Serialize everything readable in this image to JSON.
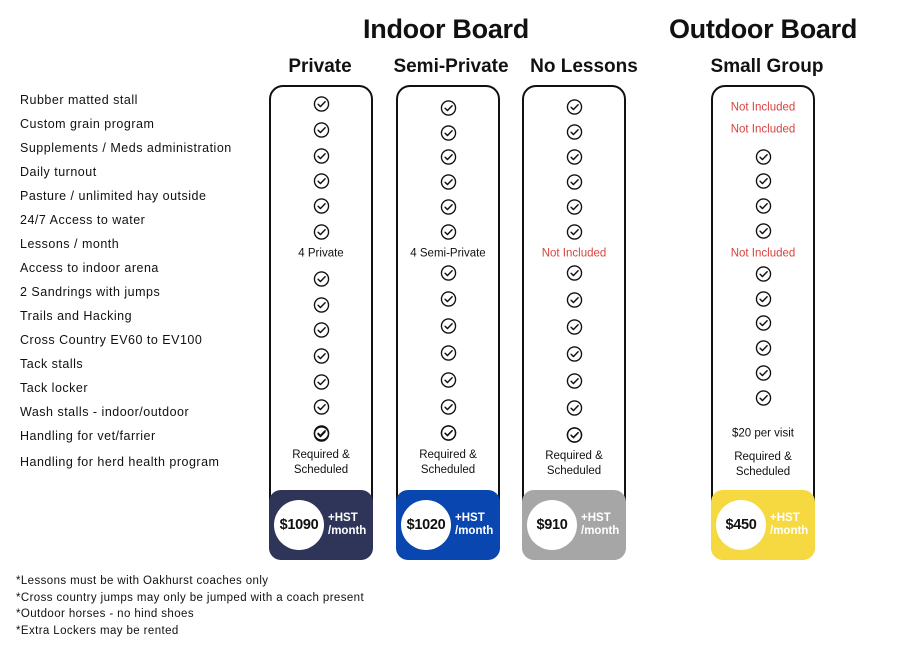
{
  "headers": {
    "indoor": "Indoor Board",
    "outdoor": "Outdoor Board"
  },
  "features": [
    "Rubber matted stall",
    "Custom grain program",
    "Supplements / Meds administration",
    "Daily turnout",
    "Pasture / unlimited hay outside",
    "24/7 Access to water",
    "Lessons / month",
    "Access to indoor arena",
    "2 Sandrings with jumps",
    "Trails and Hacking",
    "Cross Country EV60 to EV100",
    "Tack stalls",
    "Tack locker",
    "Wash stalls - indoor/outdoor",
    "Handling for vet/farrier",
    "Handling for herd health program"
  ],
  "plans": [
    {
      "name": "Private",
      "box_color": "#2e3558",
      "cells": [
        {
          "type": "check"
        },
        {
          "type": "check"
        },
        {
          "type": "check"
        },
        {
          "type": "check"
        },
        {
          "type": "check"
        },
        {
          "type": "check"
        },
        {
          "type": "text",
          "text": "4 Private"
        },
        {
          "type": "check"
        },
        {
          "type": "check"
        },
        {
          "type": "check"
        },
        {
          "type": "check"
        },
        {
          "type": "check"
        },
        {
          "type": "check"
        },
        {
          "type": "check"
        },
        {
          "type": "check"
        },
        {
          "type": "text",
          "text": "Required & Scheduled"
        }
      ],
      "price": "$1090",
      "suffix": "+HST /month"
    },
    {
      "name": "Semi-Private",
      "box_color": "#0a46b0",
      "cells": [
        {
          "type": "check"
        },
        {
          "type": "check"
        },
        {
          "type": "check"
        },
        {
          "type": "check"
        },
        {
          "type": "check"
        },
        {
          "type": "check"
        },
        {
          "type": "text",
          "text": "4 Semi-Private"
        },
        {
          "type": "check"
        },
        {
          "type": "check"
        },
        {
          "type": "check"
        },
        {
          "type": "check"
        },
        {
          "type": "check"
        },
        {
          "type": "check"
        },
        {
          "type": "check"
        },
        {
          "type": "check"
        },
        {
          "type": "text",
          "text": "Required & Scheduled"
        }
      ],
      "price": "$1020",
      "suffix": "+HST /month"
    },
    {
      "name": "No Lessons",
      "box_color": "#a6a6a6",
      "cells": [
        {
          "type": "check"
        },
        {
          "type": "check"
        },
        {
          "type": "check"
        },
        {
          "type": "check"
        },
        {
          "type": "check"
        },
        {
          "type": "check"
        },
        {
          "type": "not",
          "text": "Not Included"
        },
        {
          "type": "check"
        },
        {
          "type": "check"
        },
        {
          "type": "check"
        },
        {
          "type": "check"
        },
        {
          "type": "check"
        },
        {
          "type": "check"
        },
        {
          "type": "check"
        },
        {
          "type": "check"
        },
        {
          "type": "text",
          "text": "Required & Scheduled"
        }
      ],
      "price": "$910",
      "suffix": "+HST /month"
    },
    {
      "name": "Small Group",
      "box_color": "#f6d941",
      "cells": [
        {
          "type": "not",
          "text": "Not Included"
        },
        {
          "type": "not",
          "text": "Not Included"
        },
        {
          "type": "check"
        },
        {
          "type": "check"
        },
        {
          "type": "check"
        },
        {
          "type": "check"
        },
        {
          "type": "not",
          "text": "Not Included"
        },
        {
          "type": "check"
        },
        {
          "type": "check"
        },
        {
          "type": "check"
        },
        {
          "type": "check"
        },
        {
          "type": "check"
        },
        {
          "type": "check"
        },
        {
          "type": "none"
        },
        {
          "type": "text",
          "text": "$20 per visit"
        },
        {
          "type": "text",
          "text": "Required & Scheduled"
        }
      ],
      "price": "$450",
      "suffix": "+HST /month"
    }
  ],
  "footnotes": [
    "*Lessons must be with Oakhurst coaches only",
    "*Cross country jumps may only be jumped with a coach present",
    "*Outdoor horses - no hind shoes",
    "*Extra Lockers may be rented"
  ]
}
